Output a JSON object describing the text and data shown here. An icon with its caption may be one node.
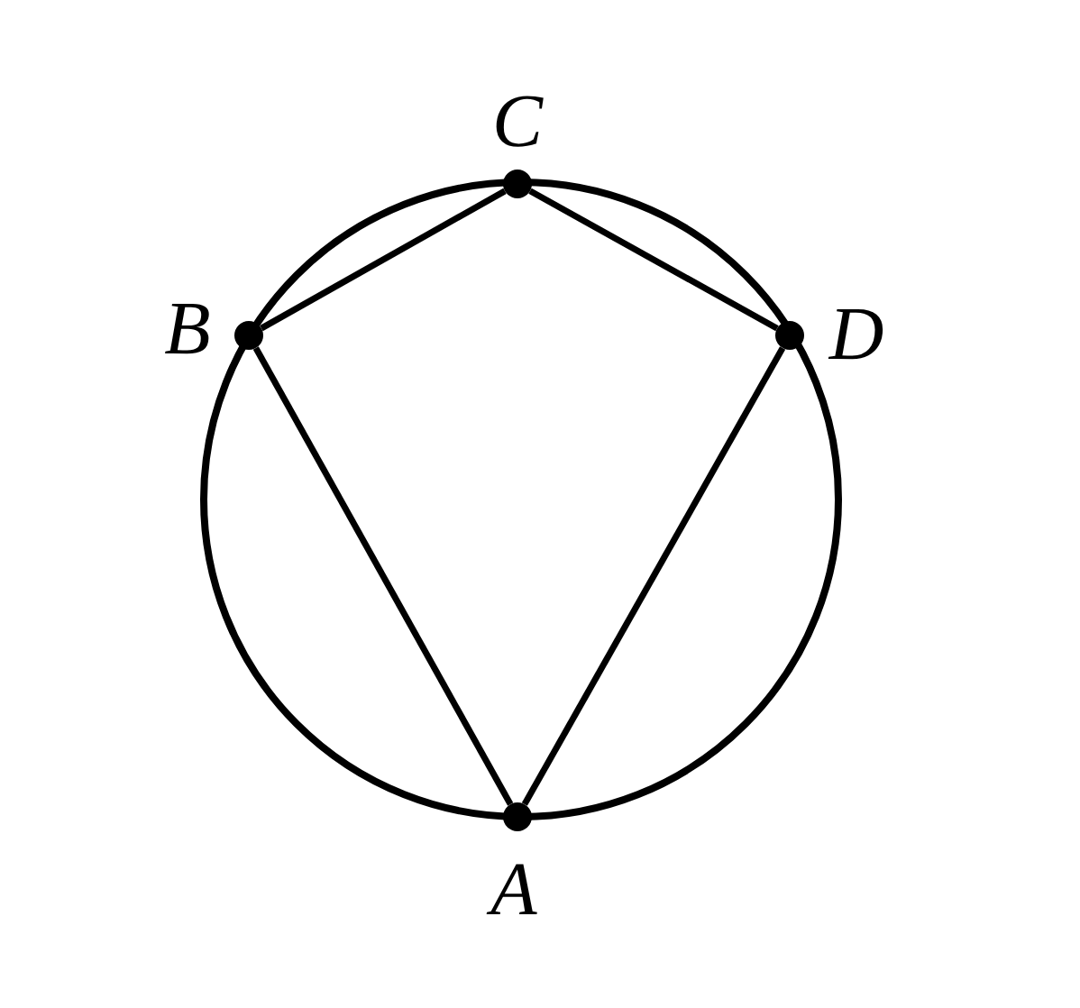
{
  "diagram": {
    "nodes": [
      {
        "text": [
          "C"
        ]
      },
      {
        "text": [
          "B"
        ]
      },
      {
        "text": [
          "D"
        ]
      },
      {
        "text": [
          "A"
        ]
      }
    ],
    "edges": [
      {
        "from": 1,
        "to": 0,
        "arrow": "none"
      },
      {
        "from": 0,
        "to": 2,
        "arrow": "none"
      },
      {
        "from": 1,
        "to": 3,
        "arrow": "none"
      },
      {
        "from": 2,
        "to": 3,
        "arrow": "none"
      }
    ]
  }
}
